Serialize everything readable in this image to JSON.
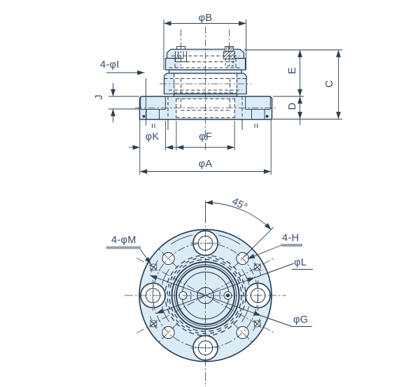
{
  "drawing": {
    "title": "flanged-unit-two-view-drawing",
    "colors": {
      "part_fill": "#dcebf8",
      "line": "#2e3f50",
      "text": "#36496b",
      "accent_gray": "#97a3ad",
      "background": "#ffffff"
    },
    "section_view": {
      "dims": {
        "top_diameter": "φB",
        "mount_holes": "4-φI",
        "counterbore_depth": "J",
        "body_height": "E",
        "flange_thickness": "D",
        "total_height": "C",
        "counterbore_diameter": "φK",
        "spigot_diameter": "φF",
        "flange_diameter": "φA"
      }
    },
    "front_view": {
      "dims": {
        "pin_holes": "4-φM",
        "tapped_holes": "4-H",
        "bolt_circle_diameter": "φL",
        "pin_circle_diameter": "φG",
        "hole_angle": "45°"
      }
    }
  }
}
